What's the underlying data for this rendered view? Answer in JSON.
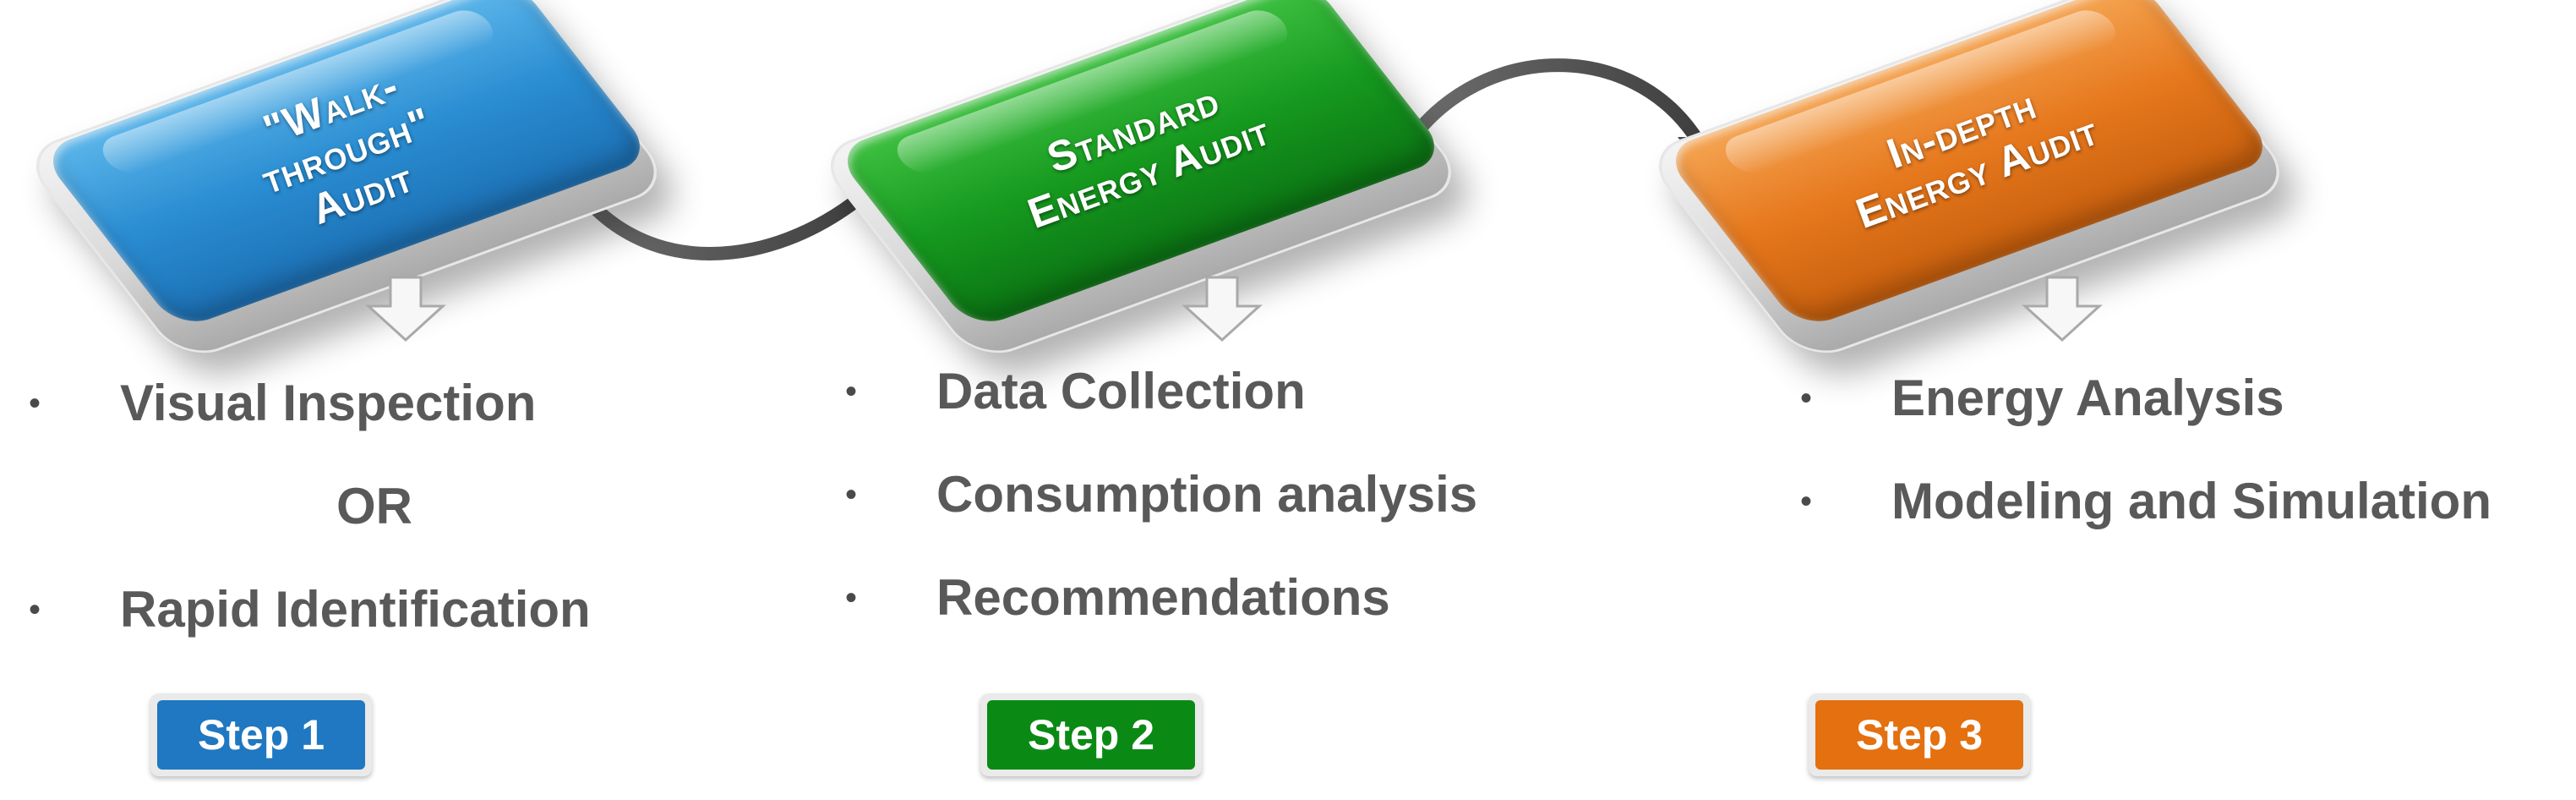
{
  "colors": {
    "step1": "#1f78c1",
    "step2": "#0a8a14",
    "step3": "#e4700f",
    "bullet_text": "#595959"
  },
  "steps": [
    {
      "tile_label": "\"Walk-\nthrough\"\nAudit",
      "bullets": [
        "Visual Inspection",
        "Rapid Identification"
      ],
      "separator": "OR",
      "badge": "Step 1"
    },
    {
      "tile_label": "Standard\nEnergy Audit",
      "bullets": [
        "Data Collection",
        "Consumption analysis",
        "Recommendations"
      ],
      "badge": "Step 2"
    },
    {
      "tile_label": "In-depth\nEnergy Audit",
      "bullets": [
        "Energy Analysis",
        "Modeling and Simulation"
      ],
      "badge": "Step 3"
    }
  ],
  "icons": {
    "connector": "curved-arrow",
    "step_down": "down-arrow"
  }
}
